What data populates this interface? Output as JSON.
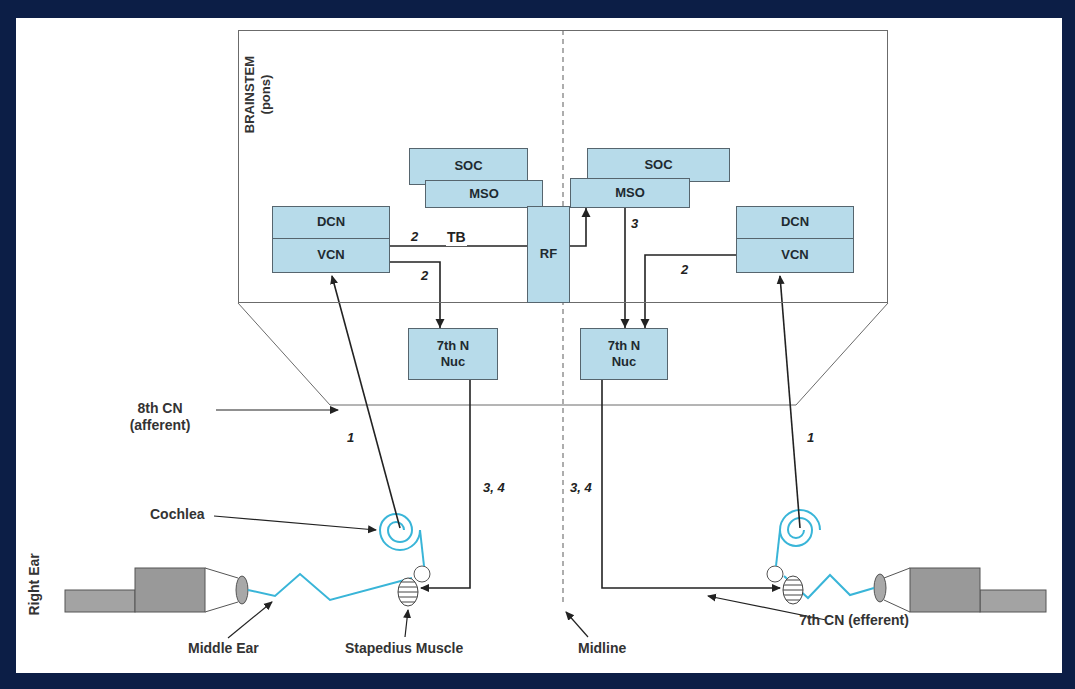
{
  "diagram": {
    "nodes": [
      {
        "text": [
          "BRAINSTEM (pons)"
        ]
      },
      {
        "text": [
          "SOC"
        ],
        "in": 0
      },
      {
        "text": [
          "MSO"
        ],
        "in": 0
      },
      {
        "text": [
          "SOC"
        ],
        "in": 0
      },
      {
        "text": [
          "MSO"
        ],
        "in": 0
      },
      {
        "text": [
          "DCN"
        ],
        "in": 0
      },
      {
        "text": [
          "VCN"
        ],
        "in": 0
      },
      {
        "text": [
          "RF"
        ],
        "in": 0
      },
      {
        "text": [
          "DCN"
        ],
        "in": 0
      },
      {
        "text": [
          "VCN"
        ],
        "in": 0
      },
      {
        "text": [
          "7th N Nuc"
        ]
      },
      {
        "text": [
          "7th N Nuc"
        ]
      }
    ],
    "edges": [
      {
        "from": 6,
        "to": 10,
        "arrow": "to",
        "label": "2"
      },
      {
        "from": 6,
        "to": 7,
        "arrow": "none",
        "label": "TB"
      },
      {
        "from": 7,
        "to": 4,
        "arrow": "to"
      },
      {
        "from": 4,
        "to": 11,
        "arrow": "to",
        "label": "3"
      },
      {
        "from": 9,
        "to": 11,
        "arrow": "to",
        "label": "2"
      }
    ],
    "labels": [
      "2",
      "8th CN (afferent)",
      "1",
      "1",
      "3, 4",
      "3, 4",
      "Cochlea",
      "Right Ear",
      "Middle Ear",
      "Stapedius Muscle",
      "Midline",
      "7th CN (efferent)"
    ]
  }
}
